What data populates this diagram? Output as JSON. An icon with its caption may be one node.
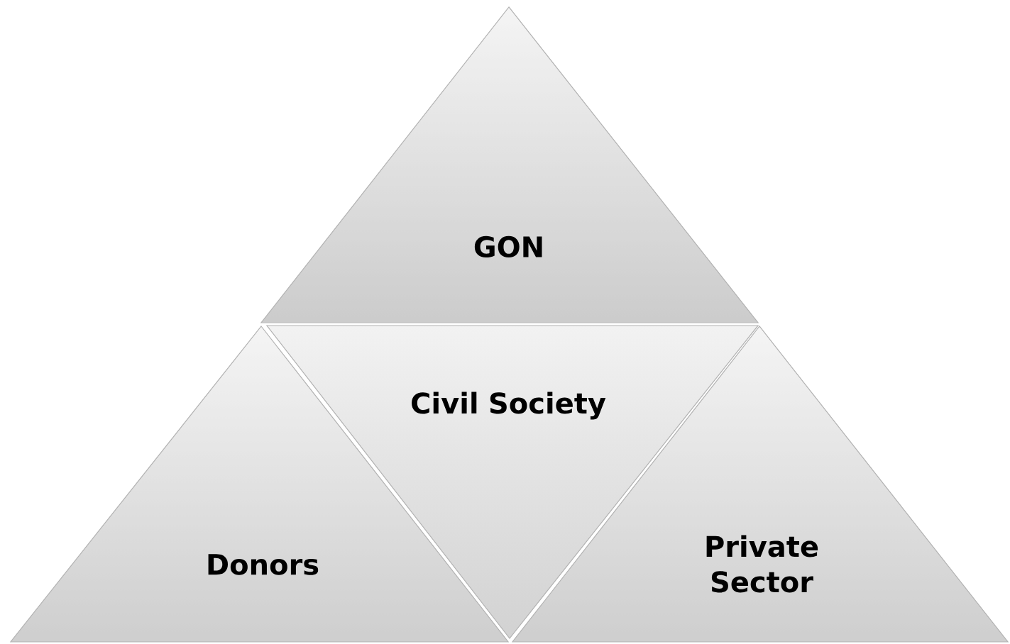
{
  "diagram": {
    "nodes": [
      {
        "text": [
          "GON"
        ]
      },
      {
        "text": [
          "Civil Society"
        ]
      },
      {
        "text": [
          "Donors"
        ]
      },
      {
        "text": [
          "Private Sector"
        ]
      }
    ]
  }
}
